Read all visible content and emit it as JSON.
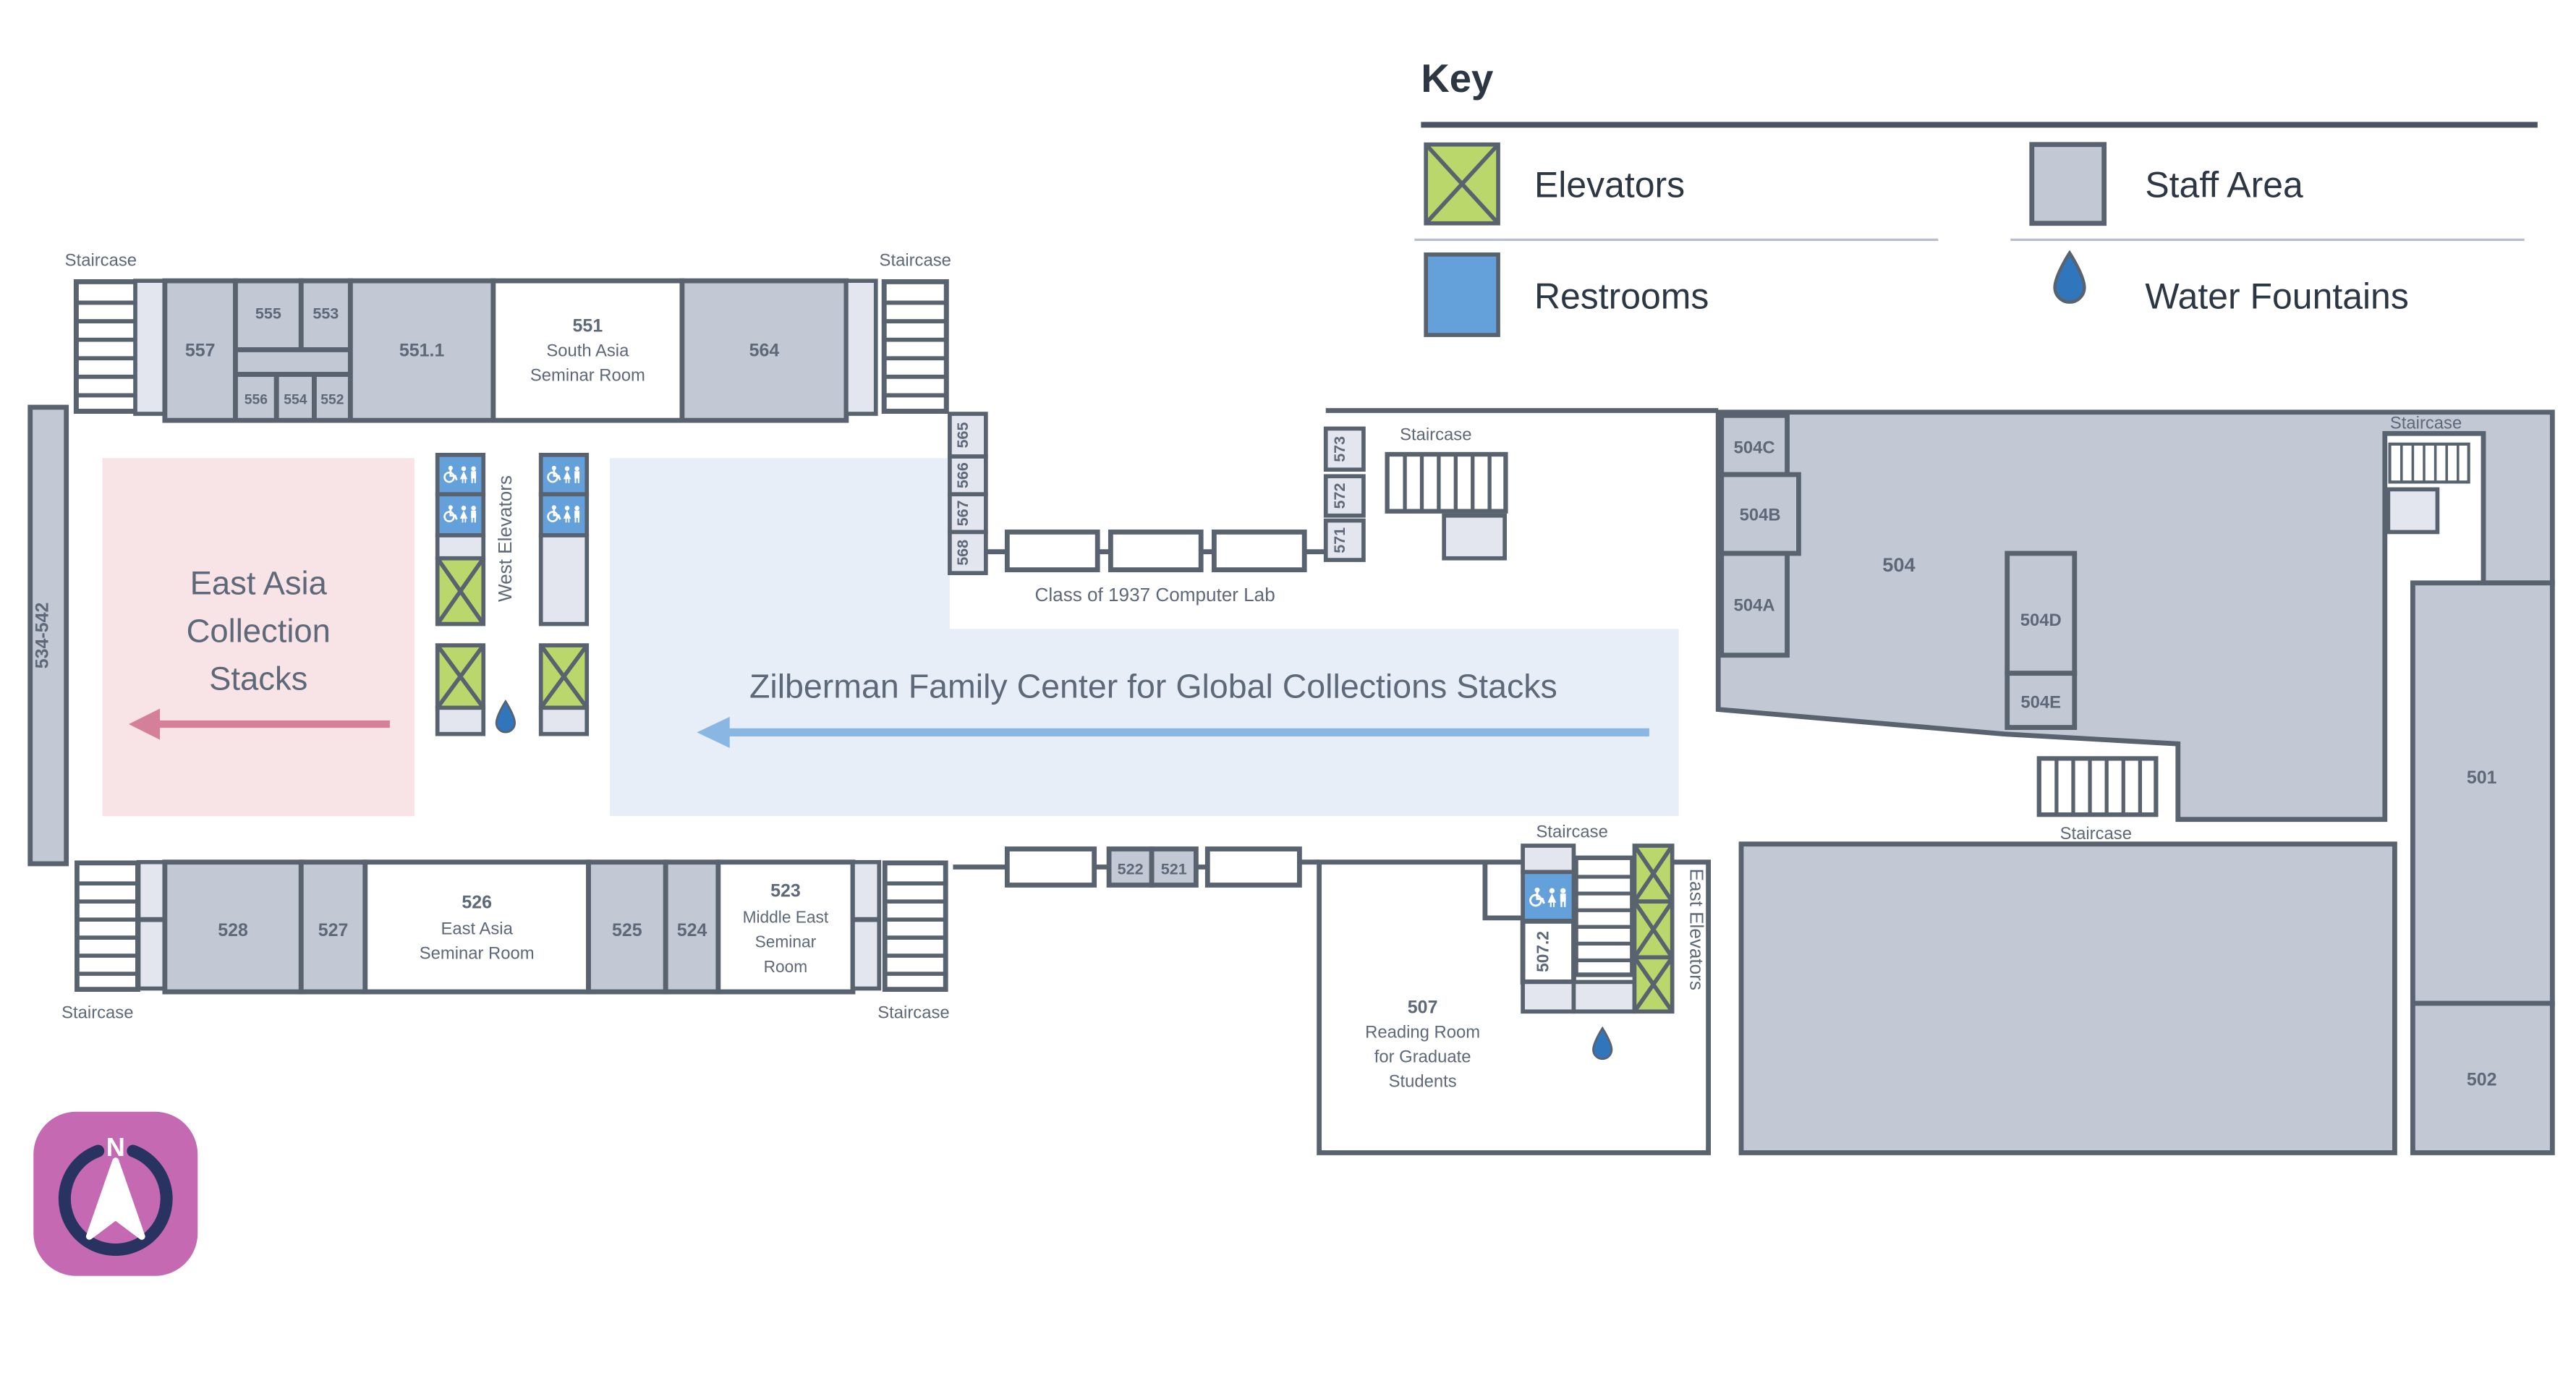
{
  "key": {
    "title": "Key",
    "elevators": "Elevators",
    "staff_area": "Staff Area",
    "restrooms": "Restrooms",
    "water_fountains": "Water Fountains"
  },
  "areas": {
    "east_asia_1": "East Asia",
    "east_asia_2": "Collection",
    "east_asia_3": "Stacks",
    "zilberman": "Zilberman Family Center for Global Collections Stacks",
    "computer_lab": "Class of 1937 Computer Lab"
  },
  "labels": {
    "staircase": "Staircase",
    "west_elevators": "West Elevators",
    "east_elevators": "East Elevators",
    "north": "N"
  },
  "rooms": {
    "r501": "501",
    "r502": "502",
    "r504": "504",
    "r504A": "504A",
    "r504B": "504B",
    "r504C": "504C",
    "r504D": "504D",
    "r504E": "504E",
    "r507_num": "507",
    "r507_1": "Reading Room",
    "r507_2": "for Graduate",
    "r507_3": "Students",
    "r507_2r": "507.2",
    "r521": "521",
    "r522": "522",
    "r523_num": "523",
    "r523_1": "Middle East",
    "r523_2": "Seminar",
    "r523_3": "Room",
    "r524": "524",
    "r525": "525",
    "r526_num": "526",
    "r526_1": "East Asia",
    "r526_2": "Seminar Room",
    "r527": "527",
    "r528": "528",
    "r534": "534-542",
    "r551_num": "551",
    "r551_1": "South Asia",
    "r551_2": "Seminar Room",
    "r551_1r": "551.1",
    "r552": "552",
    "r553": "553",
    "r554": "554",
    "r555": "555",
    "r556": "556",
    "r557": "557",
    "r564": "564",
    "r565": "565",
    "r566": "566",
    "r567": "567",
    "r568": "568",
    "r571": "571",
    "r572": "572",
    "r573": "573"
  },
  "colors": {
    "wall": "#59626f",
    "staff_room": "#c3c9d4",
    "light_cell": "#e3e6ef",
    "restroom_blue": "#64a0da",
    "elevator_green": "#b9d76b",
    "water_blue": "#2f76bd",
    "pink_bg": "#f8e3e6",
    "pink_arrow": "#d5809a",
    "blue_bg": "#e8eef8",
    "blue_arrow": "#8ab6e3",
    "compass_bg": "#c56ab2",
    "compass_ring": "#293361",
    "text": "#5d6878",
    "key_text": "#2d3743"
  }
}
